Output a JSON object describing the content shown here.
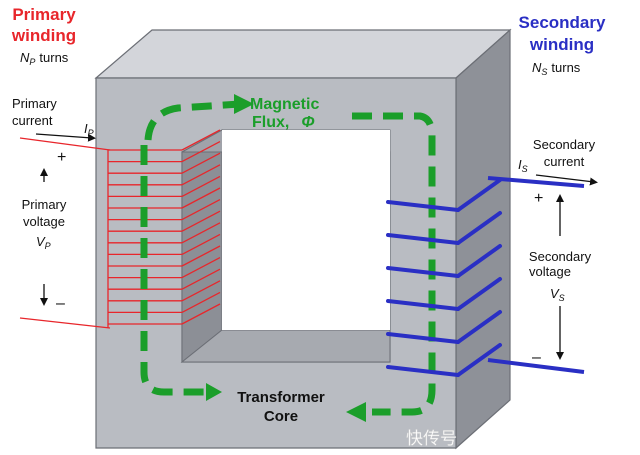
{
  "primary": {
    "title_line1": "Primary",
    "title_line2": "winding",
    "turns_symbol": "N",
    "turns_sub": "P",
    "turns_word": "turns",
    "current_line1": "Primary",
    "current_line2": "current",
    "current_symbol": "I",
    "current_sub": "P",
    "voltage_line1": "Primary",
    "voltage_line2": "voltage",
    "voltage_symbol": "V",
    "voltage_sub": "P",
    "plus": "+",
    "minus": "–"
  },
  "secondary": {
    "title_line1": "Secondary",
    "title_line2": "winding",
    "turns_symbol": "N",
    "turns_sub": "S",
    "turns_word": "turns",
    "current_line1": "Secondary",
    "current_line2": "current",
    "current_symbol": "I",
    "current_sub": "S",
    "voltage_line1": "Secondary",
    "voltage_line2": "voltage",
    "voltage_symbol": "V",
    "voltage_sub": "S",
    "plus": "+",
    "minus": "–"
  },
  "flux": {
    "line1": "Magnetic",
    "line2": "Flux,",
    "symbol": "Φ"
  },
  "core": {
    "line1": "Transformer",
    "line2": "Core"
  },
  "watermark": "快传号",
  "colors": {
    "primary": "#e8262b",
    "secondary": "#2a2fc4",
    "flux": "#1b9e2a",
    "core_front": "#b9bcc2",
    "core_top": "#d3d5da",
    "core_side": "#8e9198",
    "text": "#111111"
  }
}
